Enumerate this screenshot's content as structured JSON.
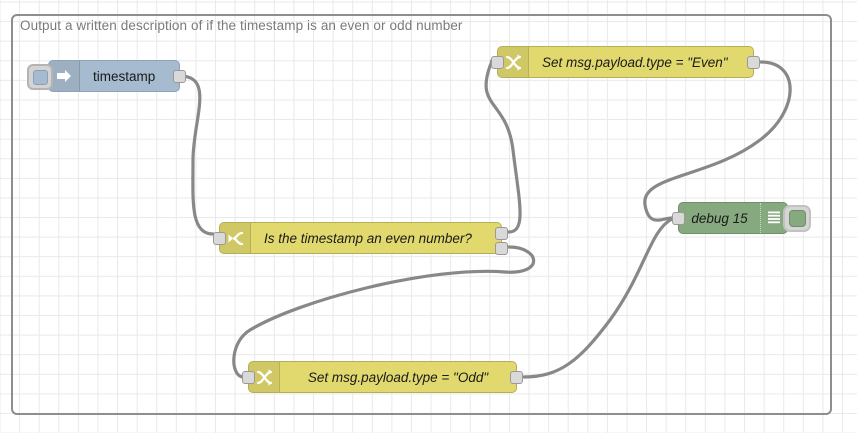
{
  "canvas": {
    "comment": "Output a written description of if the timestamp is an even or odd number",
    "grid_color": "#e9e9e9",
    "background": "#ffffff",
    "border_color": "#8e8e8e"
  },
  "nodes": [
    {
      "id": "inject",
      "type": "inject",
      "label": "timestamp",
      "icon": "arrow-right-icon",
      "color": "#a6bbcf",
      "italic": false,
      "has_button": true,
      "inputs": 0,
      "outputs": 1
    },
    {
      "id": "switch",
      "type": "switch",
      "label": "Is the timestamp an even number?",
      "icon": "switch-icon",
      "color": "#e2d96e",
      "italic": true,
      "has_button": false,
      "inputs": 1,
      "outputs": 2
    },
    {
      "id": "change-even",
      "type": "change",
      "label": "Set msg.payload.type = \"Even\"",
      "icon": "change-icon",
      "color": "#e2d96e",
      "italic": true,
      "has_button": false,
      "inputs": 1,
      "outputs": 1
    },
    {
      "id": "change-odd",
      "type": "change",
      "label": "Set msg.payload.type = \"Odd\"",
      "icon": "change-icon",
      "color": "#e2d96e",
      "italic": true,
      "has_button": false,
      "inputs": 1,
      "outputs": 1
    },
    {
      "id": "debug",
      "type": "debug",
      "label": "debug 15",
      "icon": "debug-lines-icon",
      "color": "#87a980",
      "italic": true,
      "has_button": true,
      "inputs": 1,
      "outputs": 0
    }
  ],
  "wires": [
    {
      "from": "inject.out0",
      "to": "switch.in0"
    },
    {
      "from": "switch.out0",
      "to": "change-even.in0"
    },
    {
      "from": "switch.out1",
      "to": "change-odd.in0"
    },
    {
      "from": "change-even.out0",
      "to": "debug.in0"
    },
    {
      "from": "change-odd.out0",
      "to": "debug.in0"
    }
  ],
  "wire_color": "#888888"
}
